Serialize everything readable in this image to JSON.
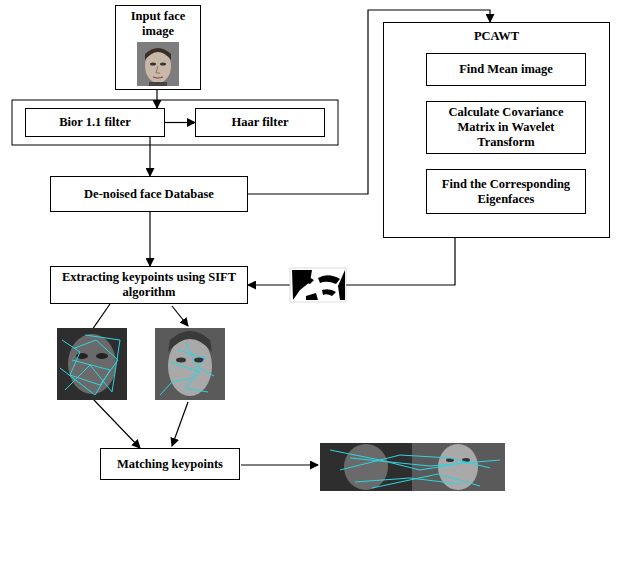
{
  "diagram": {
    "nodes": [
      {
        "text": [
          "Input face image"
        ]
      },
      {
        "text": [
          "Bior 1.1 filter"
        ]
      },
      {
        "text": [
          "Haar filter"
        ]
      },
      {
        "text": [
          "De-noised face Database"
        ]
      },
      {
        "text": [
          "PCAWT"
        ]
      },
      {
        "text": [
          "Find Mean image"
        ],
        "in": 4
      },
      {
        "text": [
          "Calculate Covariance Matrix in Wavelet Transform"
        ],
        "in": 4
      },
      {
        "text": [
          "Find the Corresponding Eigenfaces"
        ],
        "in": 4
      },
      {
        "text": [
          "Extracting keypoints using SIFT algorithm"
        ]
      },
      {
        "text": [
          "Matching keypoints"
        ]
      }
    ],
    "edges": [
      {
        "from": 0,
        "to": 1,
        "arrow": "to"
      },
      {
        "from": 1,
        "to": 2,
        "arrow": "to"
      },
      {
        "from": 1,
        "to": 3,
        "arrow": "to"
      },
      {
        "from": 3,
        "to": 4,
        "arrow": "to"
      },
      {
        "from": 5,
        "to": 6,
        "arrow": "to"
      },
      {
        "from": 6,
        "to": 7,
        "arrow": "to"
      },
      {
        "from": 4,
        "to": 8,
        "arrow": "to"
      },
      {
        "from": 3,
        "to": 8,
        "arrow": "to"
      },
      {
        "from": 8,
        "to": 9,
        "arrow": "to"
      }
    ]
  }
}
